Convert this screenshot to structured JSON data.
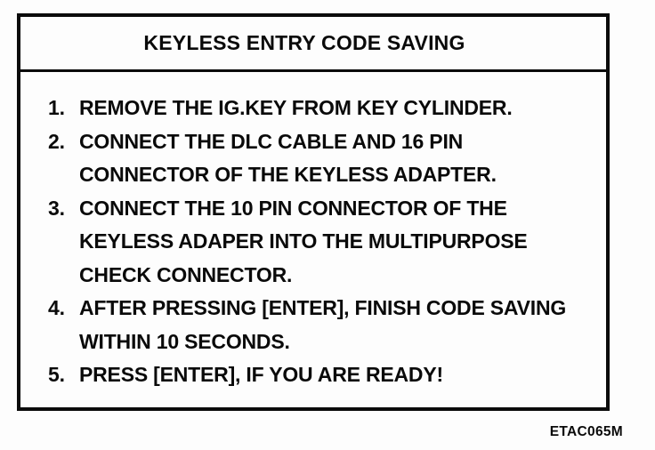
{
  "colors": {
    "ink": "#0b0b0b",
    "paper": "#fdfdfd"
  },
  "panel": {
    "title": "KEYLESS ENTRY CODE SAVING"
  },
  "instructions": [
    {
      "number": "1.",
      "lines": [
        "REMOVE THE IG.KEY FROM KEY CYLINDER."
      ]
    },
    {
      "number": "2.",
      "lines": [
        "CONNECT THE DLC CABLE AND 16 PIN",
        "CONNECTOR OF THE KEYLESS ADAPTER."
      ]
    },
    {
      "number": "3.",
      "lines": [
        "CONNECT THE 10 PIN CONNECTOR OF THE",
        "KEYLESS ADAPER INTO THE MULTIPURPOSE",
        "CHECK CONNECTOR."
      ]
    },
    {
      "number": "4.",
      "lines": [
        "AFTER PRESSING [ENTER], FINISH CODE SAVING",
        "WITHIN 10 SECONDS."
      ]
    },
    {
      "number": "5.",
      "lines": [
        "PRESS [ENTER], IF YOU ARE READY!"
      ]
    }
  ],
  "figure_code": "ETAC065M"
}
